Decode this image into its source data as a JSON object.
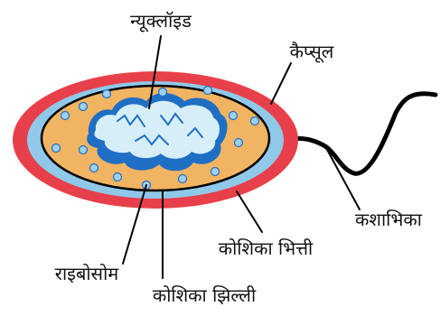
{
  "labels": {
    "nucleoid": "न्यूक्लॉइड",
    "capsule": "कैप्सूल",
    "flagellum": "कशाभिका",
    "cell_wall": "कोशिका भित्ती",
    "ribosome": "राइबोसोम",
    "cell_membrane": "कोशिका झिल्ली"
  },
  "colors": {
    "capsule": "#e8404a",
    "cell_wall": "#8fc8e8",
    "cytoplasm": "#f1b463",
    "nucleoid_fill": "#d6eef8",
    "nucleoid_dark": "#1f6fc4",
    "ribosome": "#9fd0ef",
    "outline": "#000000"
  }
}
